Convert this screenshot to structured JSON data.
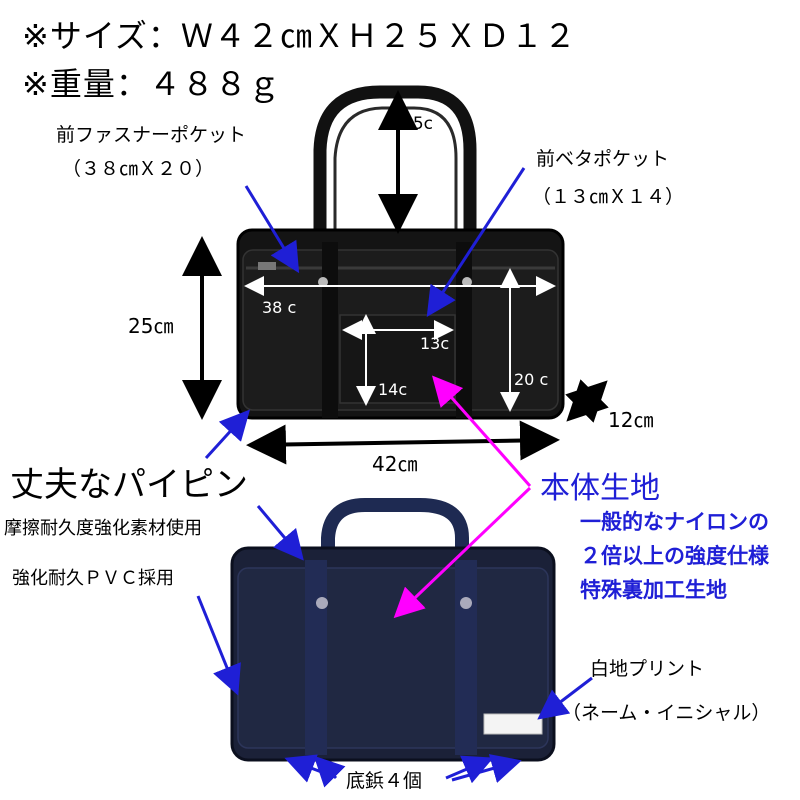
{
  "specs": {
    "size": "※サイズ：Ｗ４２㎝ＸＨ２５ＸＤ１２",
    "weight": "※重量：４８８ｇ"
  },
  "labels": {
    "front_zip_pocket": "前ファスナーポケット",
    "front_zip_pocket_size": "（３８㎝Ｘ２０）",
    "front_flat_pocket": "前ベタポケット",
    "front_flat_pocket_size": "（１３㎝Ｘ１４）",
    "piping": "丈夫なパイピン",
    "abrasion": "摩擦耐久度強化素材使用",
    "pvc": "強化耐久ＰＶＣ採用",
    "body_fabric": "本体生地",
    "body_line1": "一般的なナイロンの",
    "body_line2": "２倍以上の強度仕様",
    "body_line3": "特殊裏加工生地",
    "white_print": "白地プリント",
    "white_print_sub": "（ネーム・イニシャル）",
    "bottom_studs": "底鋲４個"
  },
  "dimensions": {
    "handle": "25c",
    "height": "25㎝",
    "zip_width": "38 c",
    "flat_width": "13c",
    "flat_height": "14c",
    "zip_height": "20 c",
    "depth": "12㎝",
    "width": "42㎝"
  },
  "colors": {
    "annotation_blue": "#1f1fd6",
    "magenta": "#ff00ff",
    "black_bag": "#141414",
    "navy_bag": "#1b2138"
  }
}
